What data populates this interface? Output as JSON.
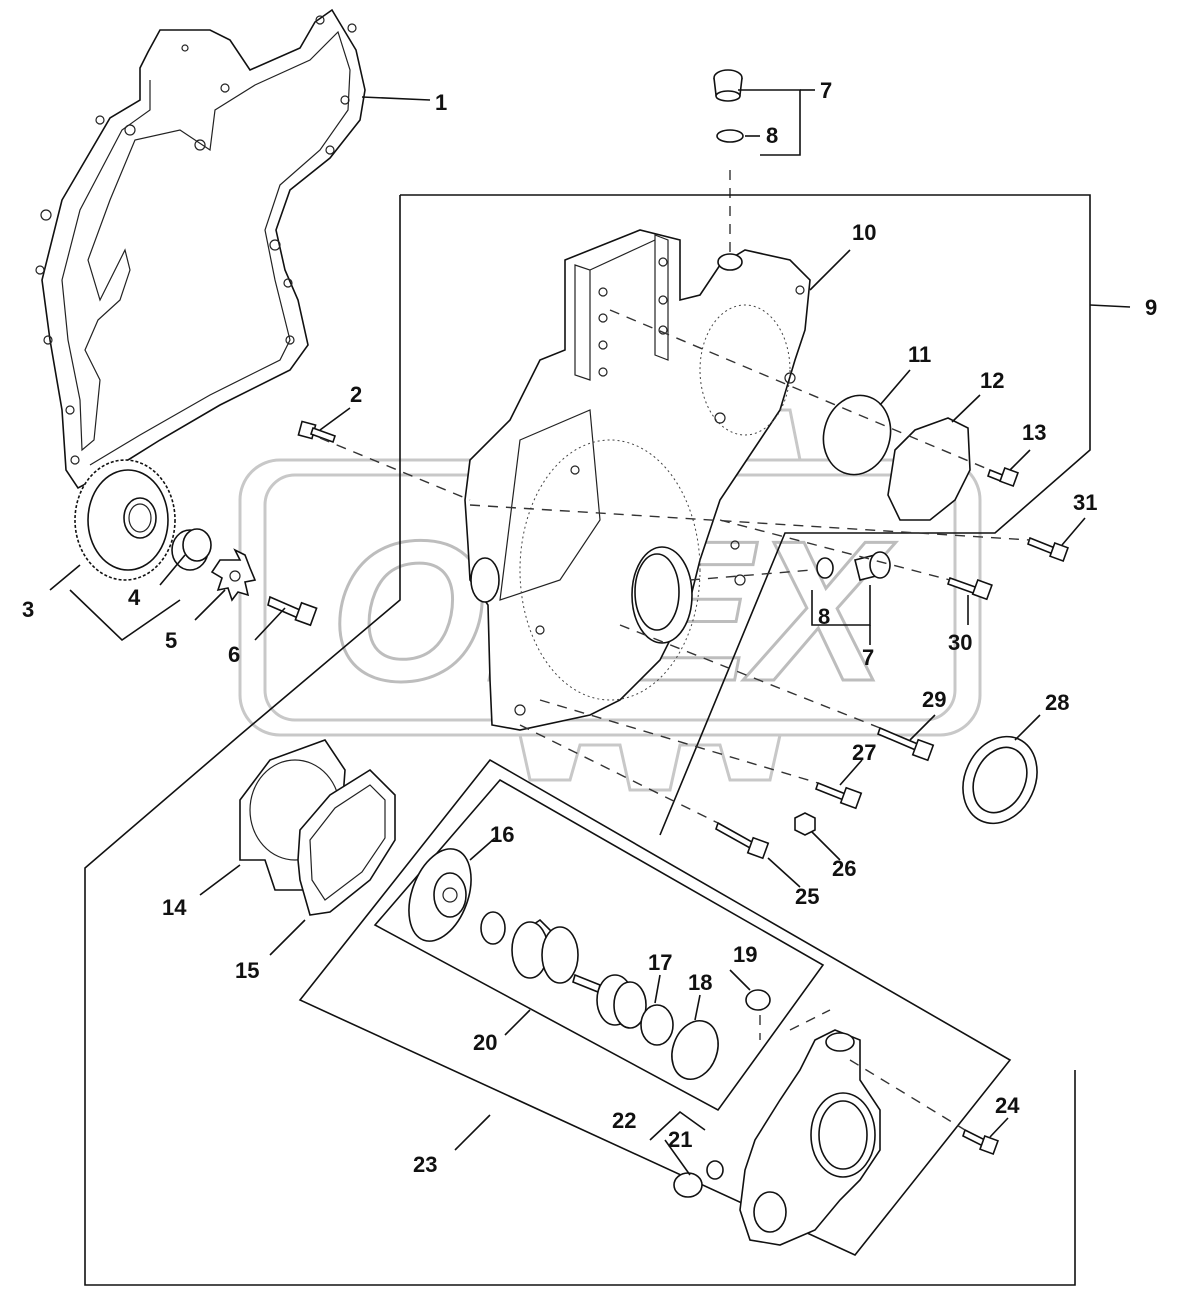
{
  "watermark": "OPEX",
  "callouts": [
    {
      "id": "c1",
      "text": "1"
    },
    {
      "id": "c2",
      "text": "2"
    },
    {
      "id": "c3",
      "text": "3"
    },
    {
      "id": "c4",
      "text": "4"
    },
    {
      "id": "c5",
      "text": "5"
    },
    {
      "id": "c6",
      "text": "6"
    },
    {
      "id": "c7a",
      "text": "7"
    },
    {
      "id": "c8a",
      "text": "8"
    },
    {
      "id": "c9",
      "text": "9"
    },
    {
      "id": "c10",
      "text": "10"
    },
    {
      "id": "c11",
      "text": "11"
    },
    {
      "id": "c12",
      "text": "12"
    },
    {
      "id": "c13",
      "text": "13"
    },
    {
      "id": "c31",
      "text": "31"
    },
    {
      "id": "c8b",
      "text": "8"
    },
    {
      "id": "c7b",
      "text": "7"
    },
    {
      "id": "c30",
      "text": "30"
    },
    {
      "id": "c29",
      "text": "29"
    },
    {
      "id": "c28",
      "text": "28"
    },
    {
      "id": "c27",
      "text": "27"
    },
    {
      "id": "c26",
      "text": "26"
    },
    {
      "id": "c25",
      "text": "25"
    },
    {
      "id": "c14",
      "text": "14"
    },
    {
      "id": "c15",
      "text": "15"
    },
    {
      "id": "c16",
      "text": "16"
    },
    {
      "id": "c17",
      "text": "17"
    },
    {
      "id": "c18",
      "text": "18"
    },
    {
      "id": "c19",
      "text": "19"
    },
    {
      "id": "c20",
      "text": "20"
    },
    {
      "id": "c22",
      "text": "22"
    },
    {
      "id": "c21",
      "text": "21"
    },
    {
      "id": "c23",
      "text": "23"
    },
    {
      "id": "c24",
      "text": "24"
    }
  ]
}
